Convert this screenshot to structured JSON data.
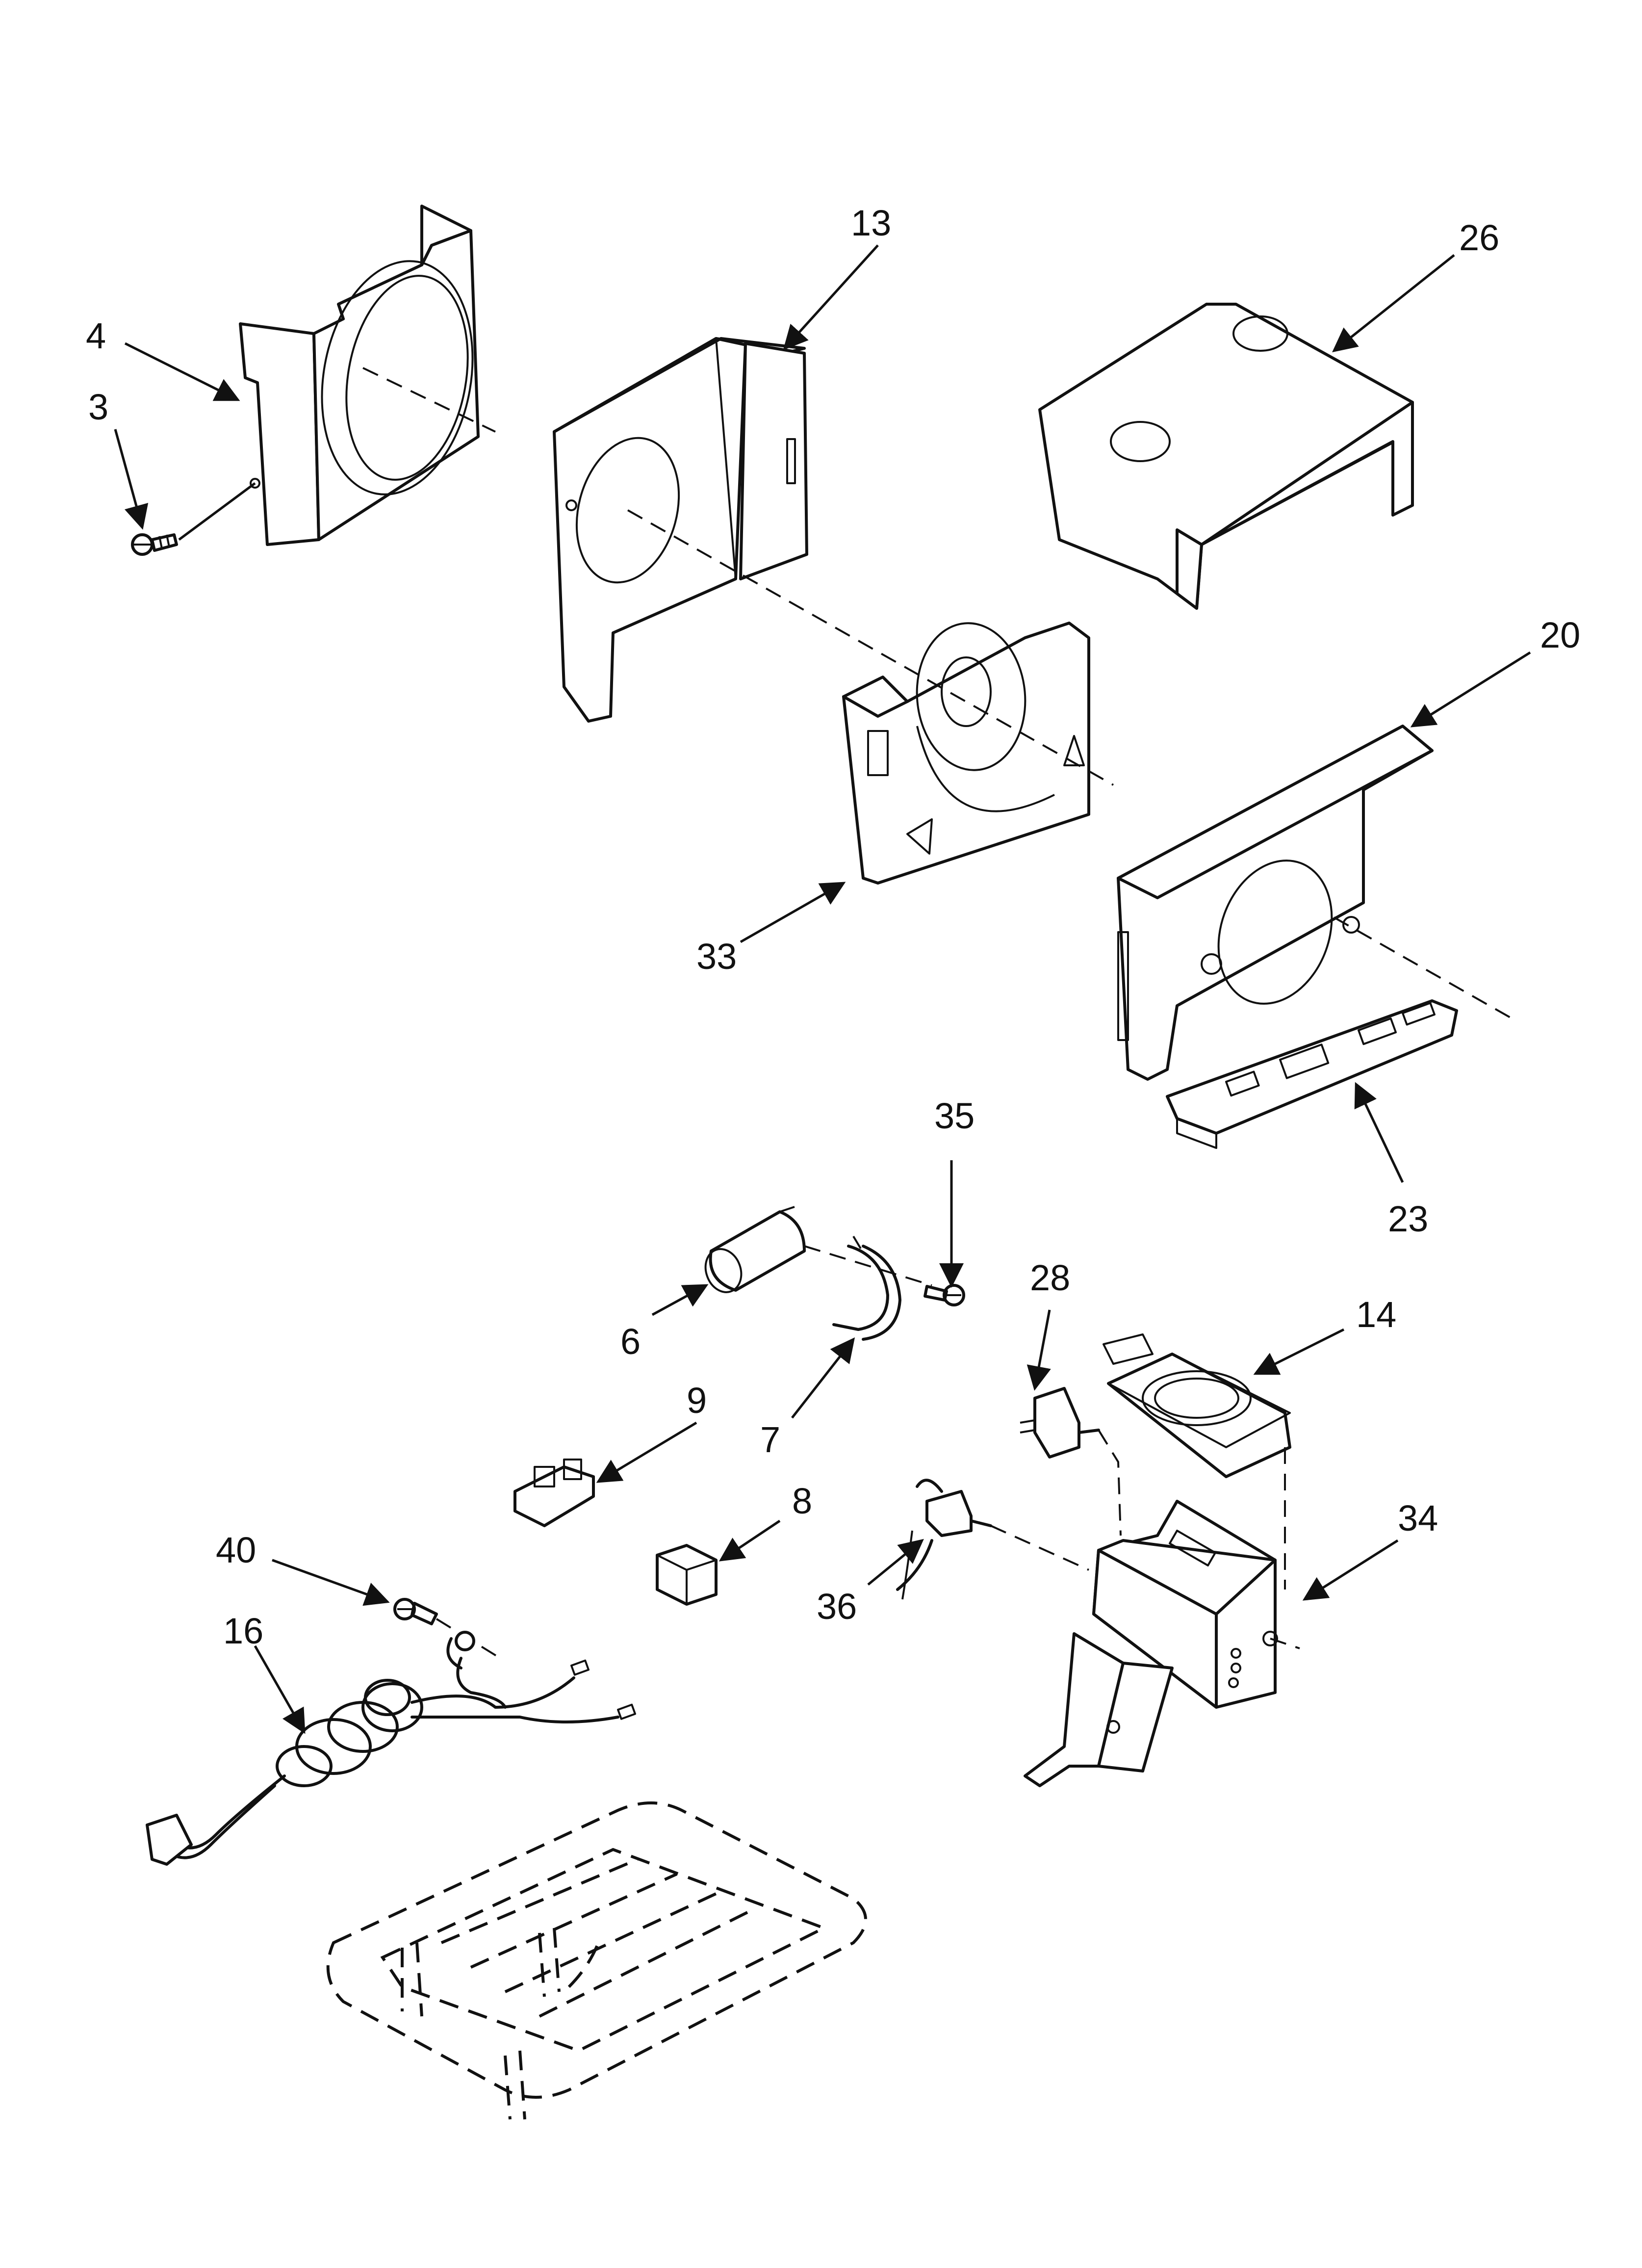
{
  "diagram": {
    "callouts": [
      {
        "id": "c4",
        "label": "4"
      },
      {
        "id": "c3",
        "label": "3"
      },
      {
        "id": "c13",
        "label": "13"
      },
      {
        "id": "c26",
        "label": "26"
      },
      {
        "id": "c20",
        "label": "20"
      },
      {
        "id": "c33",
        "label": "33"
      },
      {
        "id": "c23",
        "label": "23"
      },
      {
        "id": "c35",
        "label": "35"
      },
      {
        "id": "c6",
        "label": "6"
      },
      {
        "id": "c28",
        "label": "28"
      },
      {
        "id": "c14",
        "label": "14"
      },
      {
        "id": "c9",
        "label": "9"
      },
      {
        "id": "c7",
        "label": "7"
      },
      {
        "id": "c8",
        "label": "8"
      },
      {
        "id": "c34",
        "label": "34"
      },
      {
        "id": "c36",
        "label": "36"
      },
      {
        "id": "c40",
        "label": "40"
      },
      {
        "id": "c16",
        "label": "16"
      }
    ]
  }
}
